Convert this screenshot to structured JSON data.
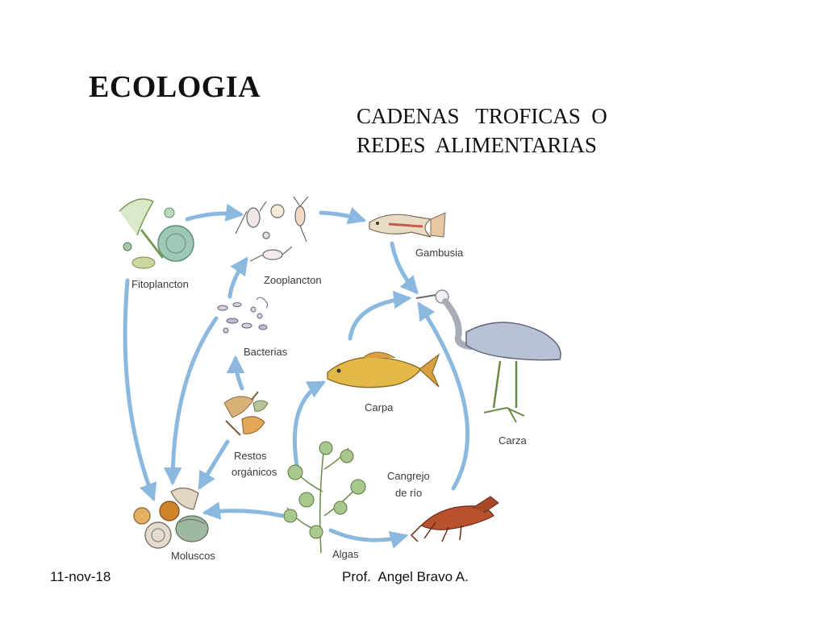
{
  "slide": {
    "title": "ECOLOGIA",
    "subtitle_line1": "CADENAS   TROFICAS  O",
    "subtitle_line2": "REDES  ALIMENTARIAS",
    "footer_date": "11-nov-18",
    "footer_author": "Prof.  Angel Bravo A."
  },
  "food_web": {
    "organisms": {
      "fitoplancton": "Fitoplancton",
      "zooplancton": "Zooplancton",
      "gambusia": "Gambusia",
      "bacterias": "Bacterias",
      "carpa": "Carpa",
      "carza": "Carza",
      "restos_line1": "Restos",
      "restos_line2": "orgánicos",
      "cangrejo_line1": "Cangrejo",
      "cangrejo_line2": "de río",
      "moluscos": "Moluscos",
      "algas": "Algas"
    },
    "arrow_color": "#8bb8df"
  }
}
